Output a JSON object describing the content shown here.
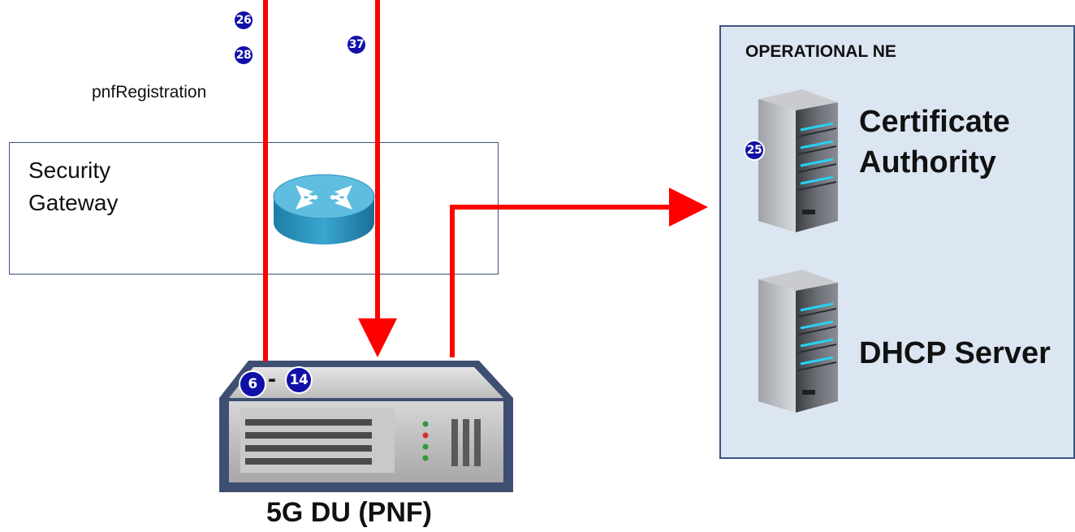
{
  "colors": {
    "flow": "#ff0000",
    "badge": "#1010a8",
    "ne_bg": "#dce6f2",
    "ne_border": "#3e5480"
  },
  "security_gateway": {
    "line1": "Security",
    "line2": "Gateway",
    "icon": "router-icon"
  },
  "pnf_registration": "pnfRegistration",
  "badges": {
    "b26": "26",
    "b28": "28",
    "b37": "37",
    "b25": "25",
    "b6": "6",
    "b14": "14"
  },
  "dash": "-",
  "operational_ne": {
    "title": "OPERATIONAL NE",
    "ca": {
      "line1": "Certificate",
      "line2": "Authority",
      "icon": "server-icon"
    },
    "dhcp": {
      "label": "DHCP Server",
      "icon": "server-icon"
    }
  },
  "du": {
    "label": "5G DU (PNF)",
    "icon": "network-device-icon"
  }
}
